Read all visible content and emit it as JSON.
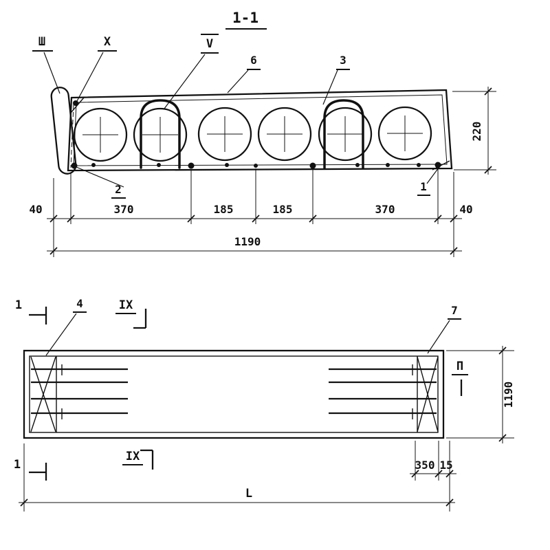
{
  "title": "1-1",
  "colors": {
    "ink": "#111111",
    "paper": "#ffffff"
  },
  "section": {
    "marks": {
      "m_sh": "Ш",
      "m_x": "X",
      "m_v": "V",
      "callout_6": "6",
      "callout_3": "3",
      "callout_2": "2",
      "callout_1": "1"
    },
    "dims": {
      "height": "220",
      "w40_left": "40",
      "w370_left": "370",
      "w185_left": "185",
      "w185_right": "185",
      "w370_right": "370",
      "w40_right": "40",
      "total_width": "1190"
    }
  },
  "plan": {
    "marks": {
      "sec1_top": "1",
      "sec1_bottom": "1",
      "ix_top": "IX",
      "ix_bottom": "IX",
      "m_p": "П",
      "callout_4": "4",
      "callout_7": "7"
    },
    "dims": {
      "width": "1190",
      "d350": "350",
      "d15": "15",
      "length": "L"
    }
  }
}
